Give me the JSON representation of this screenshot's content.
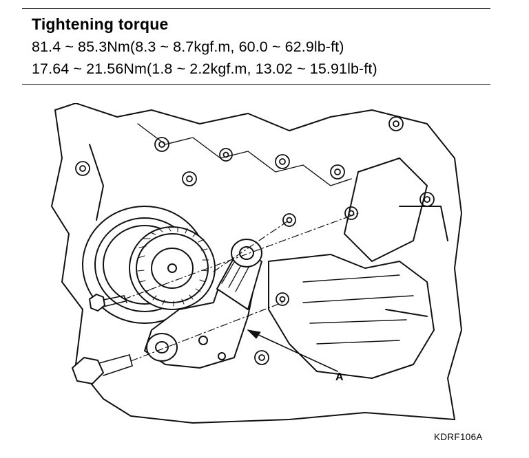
{
  "header": {
    "title": "Tightening torque",
    "specs": [
      "81.4 ~ 85.3Nm(8.3 ~ 8.7kgf.m, 60.0 ~ 62.9lb-ft)",
      "17.64 ~ 21.56Nm(1.8 ~ 2.2kgf.m, 13.02 ~ 15.91lb-ft)"
    ]
  },
  "figure": {
    "callout": "A",
    "code": "KDRF106A"
  }
}
